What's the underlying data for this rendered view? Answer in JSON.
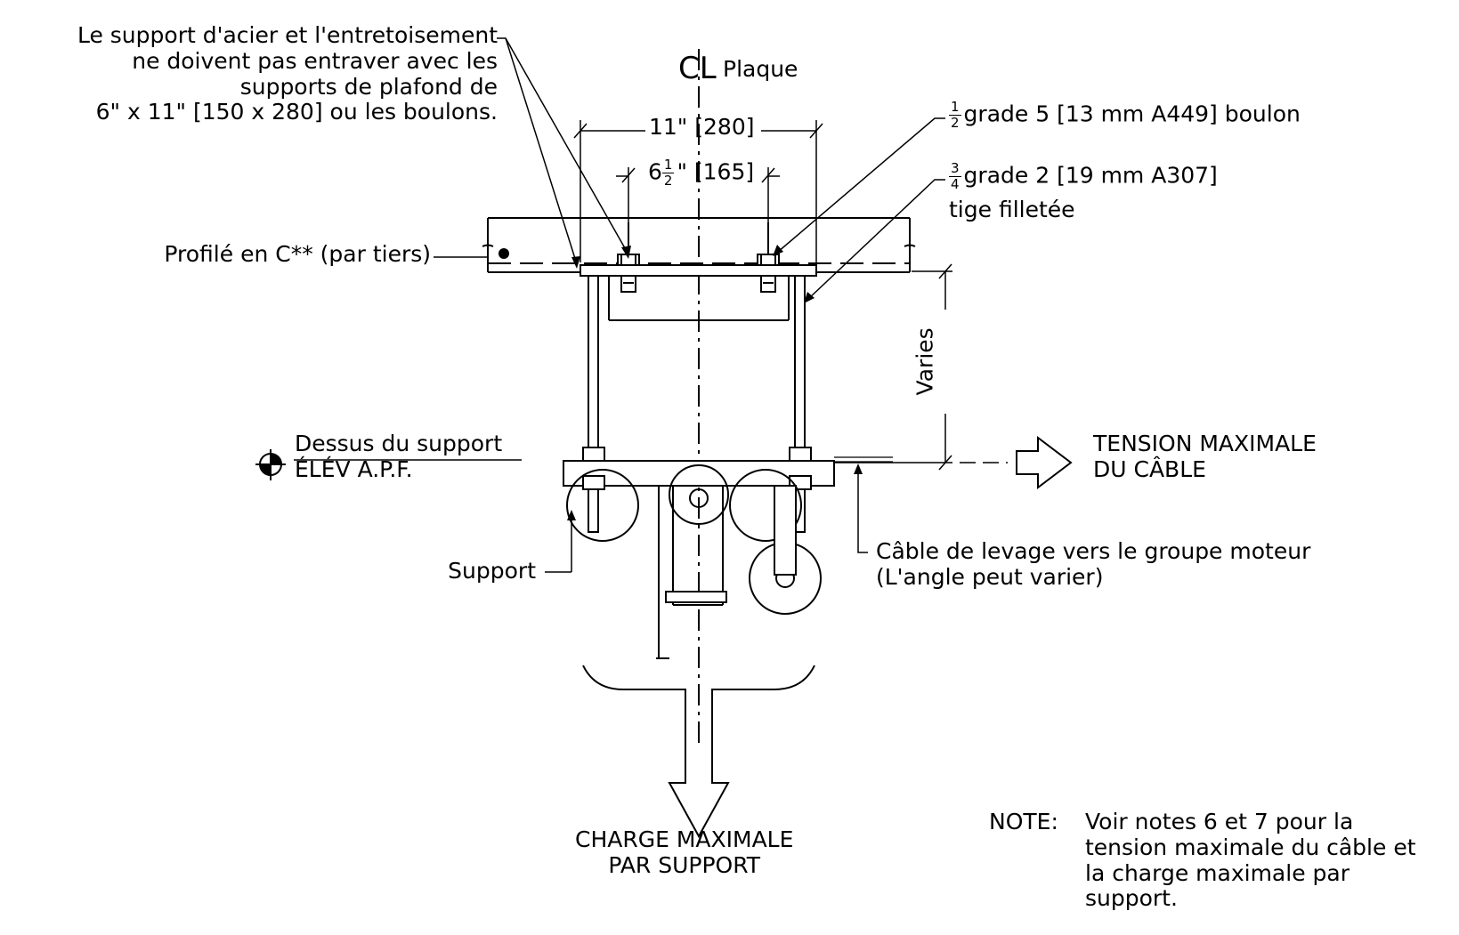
{
  "labels": {
    "steel_note": [
      "Le support d'acier et l'entretoisement",
      "ne doivent pas entraver avec les",
      "supports de plafond de",
      "6\" x 11\" [150 x 280] ou les boulons."
    ],
    "centerline_symbol": "CL",
    "centerline_label": "Plaque",
    "dim_outer": "11\" [280]",
    "dim_inner_whole": "6",
    "dim_inner_frac_num": "1",
    "dim_inner_frac_den": "2",
    "dim_inner_rest": "\" [165]",
    "bolt_frac_num": "1",
    "bolt_frac_den": "2",
    "bolt_text": "grade 5 [13 mm A449] boulon",
    "rod_frac_num": "3",
    "rod_frac_den": "4",
    "rod_text_line1": "grade 2 [19 mm A307]",
    "rod_text_line2": "tige filletée",
    "channel_label": "Profilé en C** (par tiers)",
    "varies": "Varies",
    "support_top_line1": "Dessus du support",
    "support_top_line2": "ÉLÉV A.P.F.",
    "tension_line1": "TENSION MAXIMALE",
    "tension_line2": "DU CÂBLE",
    "support": "Support",
    "cable_line1": "Câble de levage vers le groupe moteur",
    "cable_line2": "(L'angle peut varier)",
    "load_line1": "CHARGE MAXIMALE",
    "load_line2": "PAR SUPPORT",
    "note_label": "NOTE:",
    "note_text": [
      "Voir notes 6 et 7 pour la",
      "tension maximale du câble et",
      "la charge maximale par",
      "support."
    ]
  }
}
